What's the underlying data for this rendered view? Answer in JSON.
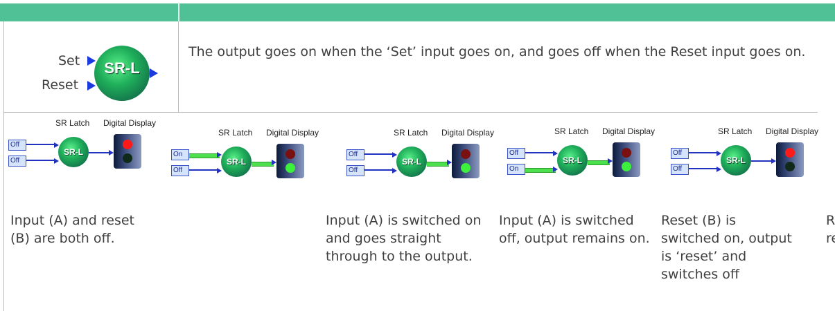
{
  "intro": {
    "set_label": "Set",
    "reset_label": "Reset",
    "block_label": "SR-L",
    "description": "The output goes on when the ‘Set’ input goes on, and goes off when the Reset input goes on."
  },
  "diagram_labels": {
    "latch": "SR Latch",
    "display": "Digital Display",
    "block": "SR-L"
  },
  "panels": [
    {
      "in1": "Off",
      "in2": "Off",
      "in1_on": false,
      "in2_on": false,
      "output_on": false
    },
    {
      "in1": "On",
      "in2": "Off",
      "in1_on": true,
      "in2_on": false,
      "output_on": true
    },
    {
      "in1": "Off",
      "in2": "Off",
      "in1_on": false,
      "in2_on": false,
      "output_on": true
    },
    {
      "in1": "Off",
      "in2": "On",
      "in1_on": false,
      "in2_on": true,
      "output_on": true
    },
    {
      "in1": "Off",
      "in2": "Off",
      "in1_on": false,
      "in2_on": false,
      "output_on": false
    }
  ],
  "captions": {
    "c1": "Input (A) and reset (B) are both off.",
    "c3": "Input (A) is switched on and goes straight through to the output.",
    "c4": "Input (A) is switched off, output remains on.",
    "c5": "Reset (B) is switched on, output is ‘reset’ and switches off",
    "c6a": "R",
    "c6b": "re"
  },
  "colors": {
    "header": "#50c097",
    "wire": "#2232c0",
    "wire_on": "#4ce04c",
    "lamp_red_on": "#ff1a1a",
    "lamp_green_on": "#3cf03c"
  }
}
